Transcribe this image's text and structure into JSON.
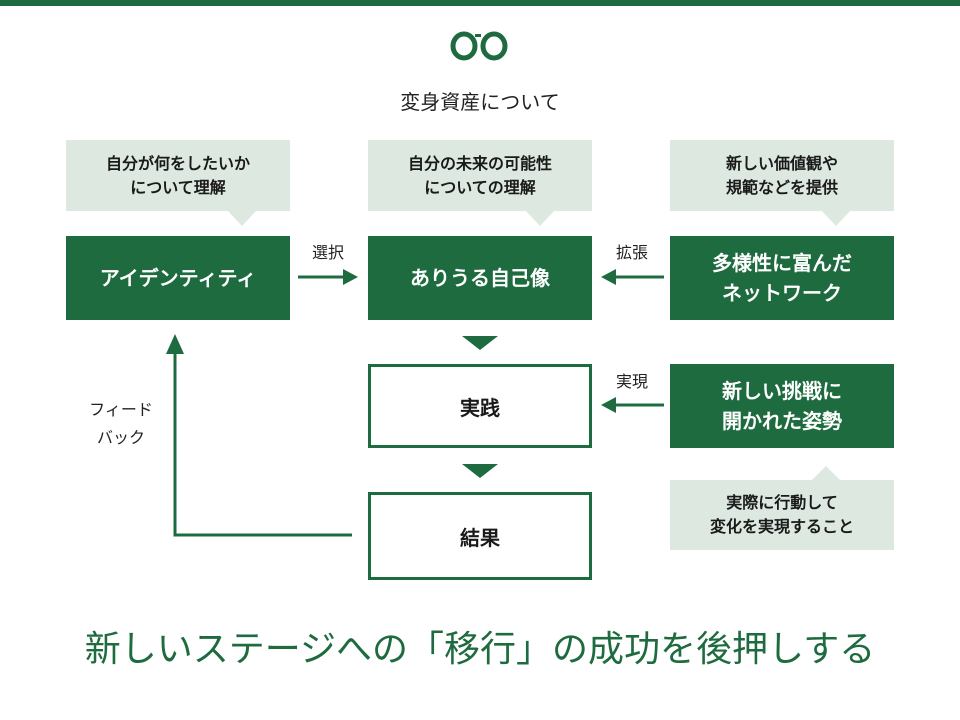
{
  "subtitle": "変身資産について",
  "callouts": {
    "identity": "自分が何をしたいか\nについて理解",
    "future_self": "自分の未来の可能性\nについての理解",
    "values": "新しい価値観や\n規範などを提供",
    "action": "実際に行動して\n変化を実現すること"
  },
  "boxes": {
    "identity": "アイデンティティ",
    "future_self": "ありうる自己像",
    "network": "多様性に富んだ\nネットワーク",
    "practice": "実践",
    "challenge": "新しい挑戦に\n開かれた姿勢",
    "result": "結果"
  },
  "arrow_labels": {
    "select": "選択",
    "expand": "拡張",
    "realize": "実現",
    "feedback": "フィード\nバック"
  },
  "tagline": "新しいステージへの「移行」の成功を後押しする",
  "colors": {
    "primary": "#1e6b3f",
    "callout_bg": "#dde8e1"
  }
}
